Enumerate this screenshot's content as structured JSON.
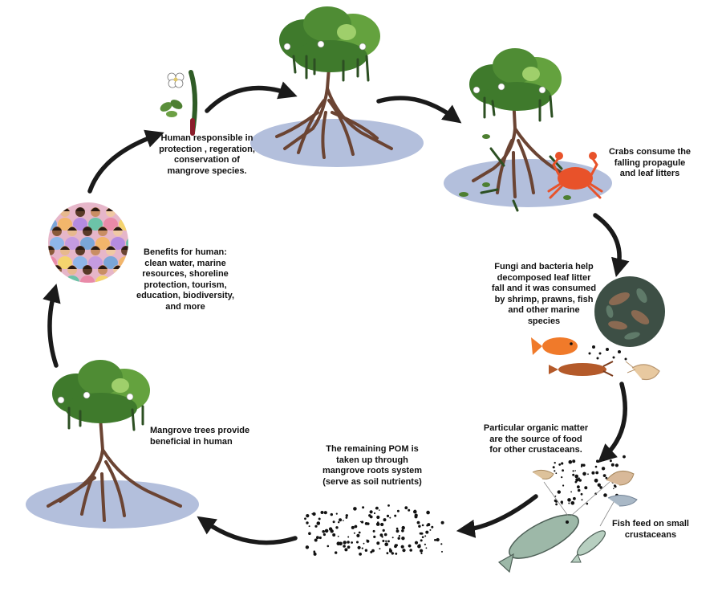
{
  "labels": {
    "human_responsible": "Human responsible in\nprotection , regeration,\nconservation of\nmangrove species.",
    "crabs": "Crabs  consume the\nfalling propagule\nand leaf litters",
    "fungi": "Fungi and bacteria help\ndecomposed leaf litter\nfall and it was consumed\nby shrimp, prawns, fish\nand other marine\nspecies",
    "pom_source": "Particular organic matter\nare the source of  food\nfor other crustaceans.",
    "fish_feed": "Fish feed on small\ncrustaceans",
    "remaining_pom": "The remaining POM  is\ntaken up through\nmangrove roots system\n(serve as soil nutrients)",
    "mangrove_beneficial": "Mangrove trees provide\nbeneficial in human",
    "benefits": "Benefits for human:\nclean water, marine\nresources, shoreline\nprotection, tourism,\neducation, biodiversity,\nand more"
  },
  "colors": {
    "water": "#b3bfdc",
    "canopy_dark": "#3f7a2c",
    "canopy_mid": "#64a23e",
    "canopy_light": "#9fcf6b",
    "trunk": "#6b4433",
    "arrow": "#1a1a1a",
    "crab": "#e8522a",
    "fish": "#9db8a8",
    "goldfish": "#f07a2a"
  },
  "icons": [
    "flower-seedling-icon",
    "mangrove-tree-icon",
    "crab-icon",
    "leaf-litter-icon",
    "goldfish-icon",
    "lobster-icon",
    "shrimp-icon",
    "fish-icon",
    "people-crowd-icon",
    "particles-icon"
  ]
}
